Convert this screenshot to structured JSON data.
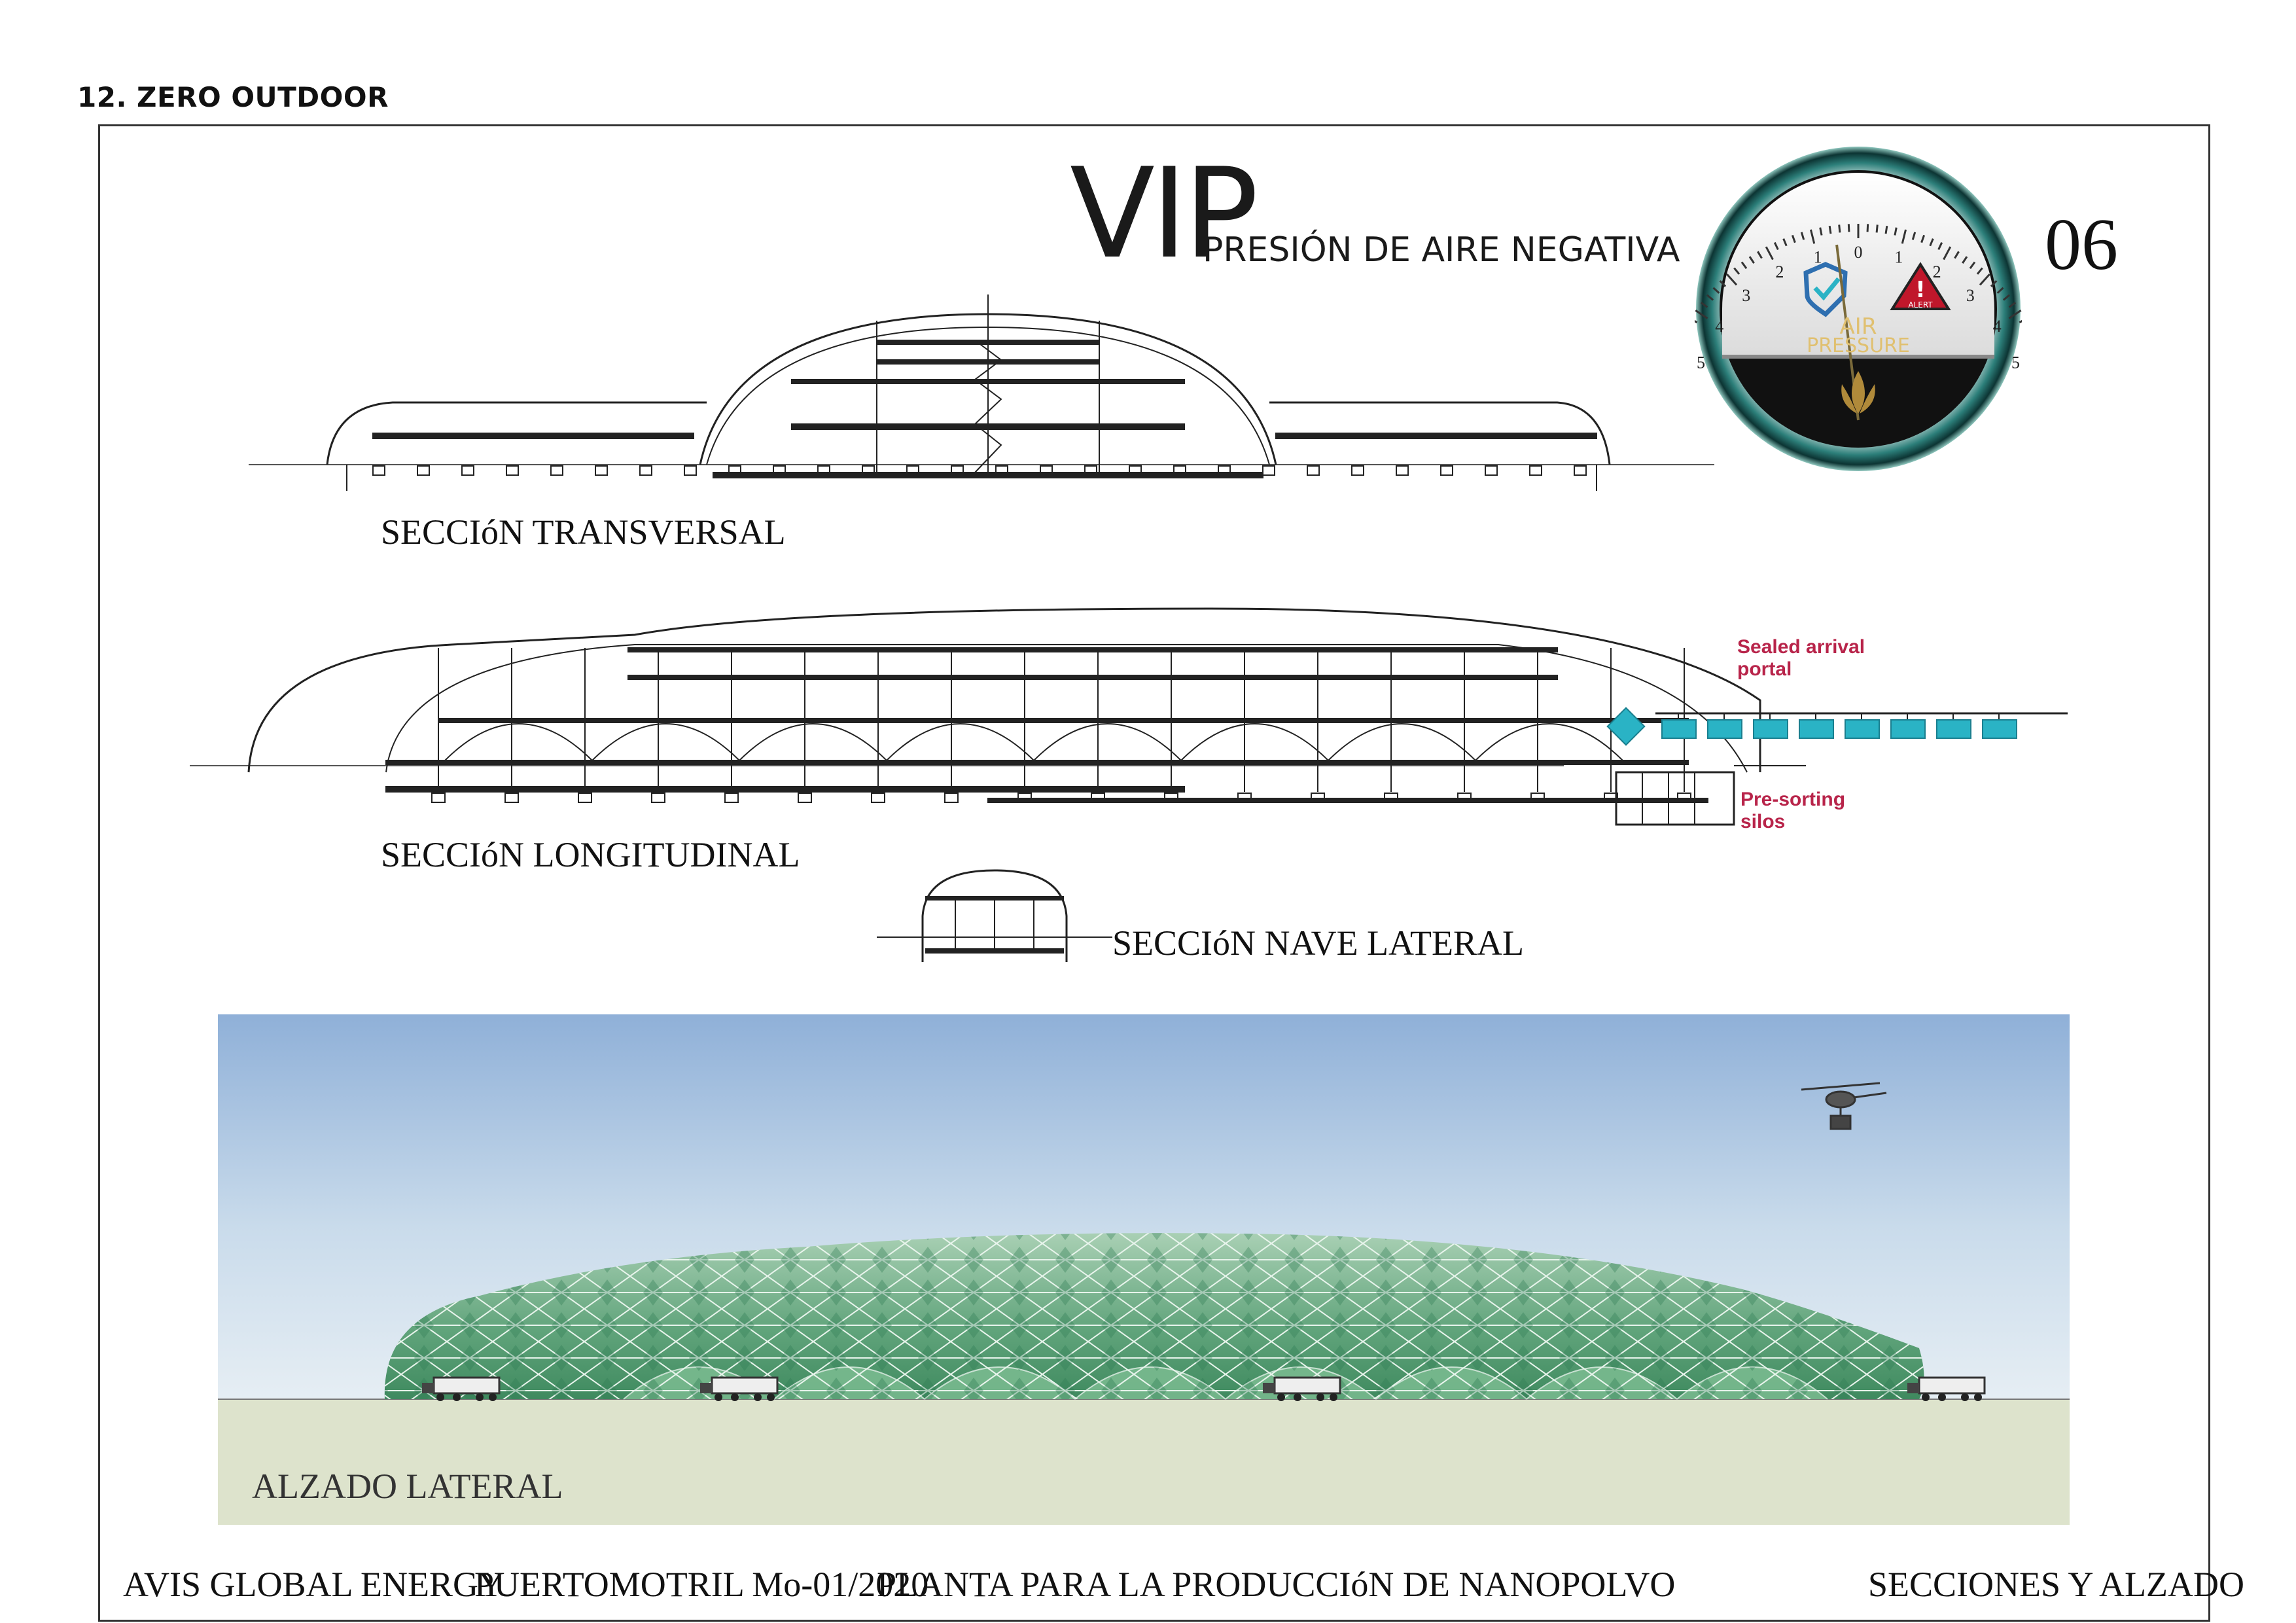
{
  "heading": "12.   ZERO OUTDOOR",
  "title": {
    "main": "VIP",
    "sub": "PRESIÓN DE AIRE NEGATIVA"
  },
  "sheet_number": "06",
  "gauge": {
    "scale_numbers": [
      "5",
      "4",
      "3",
      "2",
      "1",
      "0",
      "1",
      "2",
      "3",
      "4",
      "5"
    ],
    "label_line1": "AIR",
    "label_line2": "PRESSURE",
    "alert_text": "ALERT",
    "needle_value": -0.5
  },
  "labels": {
    "transversal": "SECCIóN TRANSVERSAL",
    "longitudinal": "SECCIóN LONGITUDINAL",
    "nave_lateral": "SECCIóN NAVE LATERAL",
    "alzado": "ALZADO LATERAL"
  },
  "notes": {
    "sealed_line1": "Sealed arrival",
    "sealed_line2": "portal",
    "silos_line1": "Pre-sorting",
    "silos_line2": "silos"
  },
  "footer": {
    "company": "AVIS GLOBAL ENERGY",
    "project": "PUERTOMOTRIL  Mo-01/2020",
    "description": "PLANTA PARA LA PRODUCCIóN DE NANOPOLVO",
    "sheet_title": "SECCIONES Y ALZADO"
  },
  "colors": {
    "dome_green": "#5fa37a",
    "sky_top": "#9cbcdf",
    "ground": "#dde3cc",
    "accent_red": "#b8244a",
    "teal": "#2ab3c5"
  }
}
